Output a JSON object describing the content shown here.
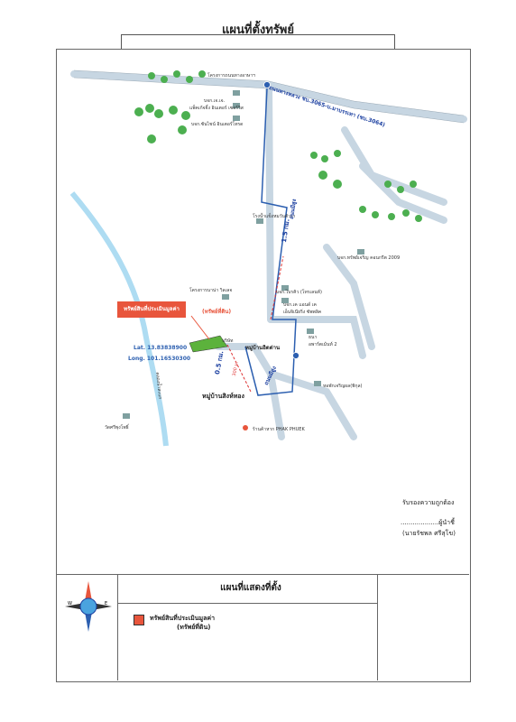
{
  "title": "แผนที่ตั้งทรัพย์",
  "map": {
    "callout": "ทรัพย์สินที่ประเมินมูลค่า",
    "callout_note": "(ทรัพย์ที่ดิน)",
    "lat": "Lat. 13.83838900",
    "long": "Long. 101.16530300",
    "road_main": "ถนนทางหลวง ชบ.3065-บ.มาบรรเทา (ชบ.3064)",
    "road_1_5km": "1.5 กม.",
    "road_2": "ถนนมีสูง",
    "road_3": "ถนนมีสูง",
    "road_4": "ถนนมีสูง",
    "km_1_5": "1.5 กม.",
    "km_0_5": "0.5 กม.",
    "red_marks": "1 กม.",
    "red_marks2": "300 ม.",
    "village_1": "หมู่บ้านอิตต่าน",
    "village_2": "หมู่บ้านสิงห์ทอง",
    "temple": "วัดศรีพุงโพธิ์",
    "canal": "คลองน้ำสะแก",
    "shop": "ร้านค้าหาก PHAK PHUEK",
    "places": {
      "p1": "โครงการถนนทางอาษาฯ",
      "p2": "บจก.เจ.เจ.",
      "p3": "แพ็คเก้จจิ้ง อินเตอร์ เซอร์วิส",
      "p4": "บจก.ซันไชน์ อินเตอร์โทรด",
      "p5": "โรงน้ำแข็งหมวันตัวรา",
      "p6": "บจก.ทรัพย์เจริญ คอนกรีต 2009",
      "p7": "โครงการนาน่า วิลเลจ",
      "p8": "บจก.ไบรคิว (โทรเลนท์)",
      "p9": "บจก.เค แอนด์ เค",
      "p10": "เอ็นจิเนียริ่ง ซัพพลิค",
      "p11": "ธนา",
      "p12": "อพาร์ตเม้นท์ 2",
      "p13": "หอพักเจริญผล(พิกุล)",
      "p14": "บริษัท"
    }
  },
  "approval": {
    "line1": "รับรองความถูกต้อง",
    "sign_line": "...................ผู้นำชี้",
    "name": "(นายรัชพล ศรีสุโข)"
  },
  "legend": {
    "title": "แผนที่แสดงที่ตั้ง",
    "item_line1": "ทรัพย์สินที่ประเมินมูลค่า",
    "item_line2": "(ทรัพย์ที่ดิน)"
  }
}
